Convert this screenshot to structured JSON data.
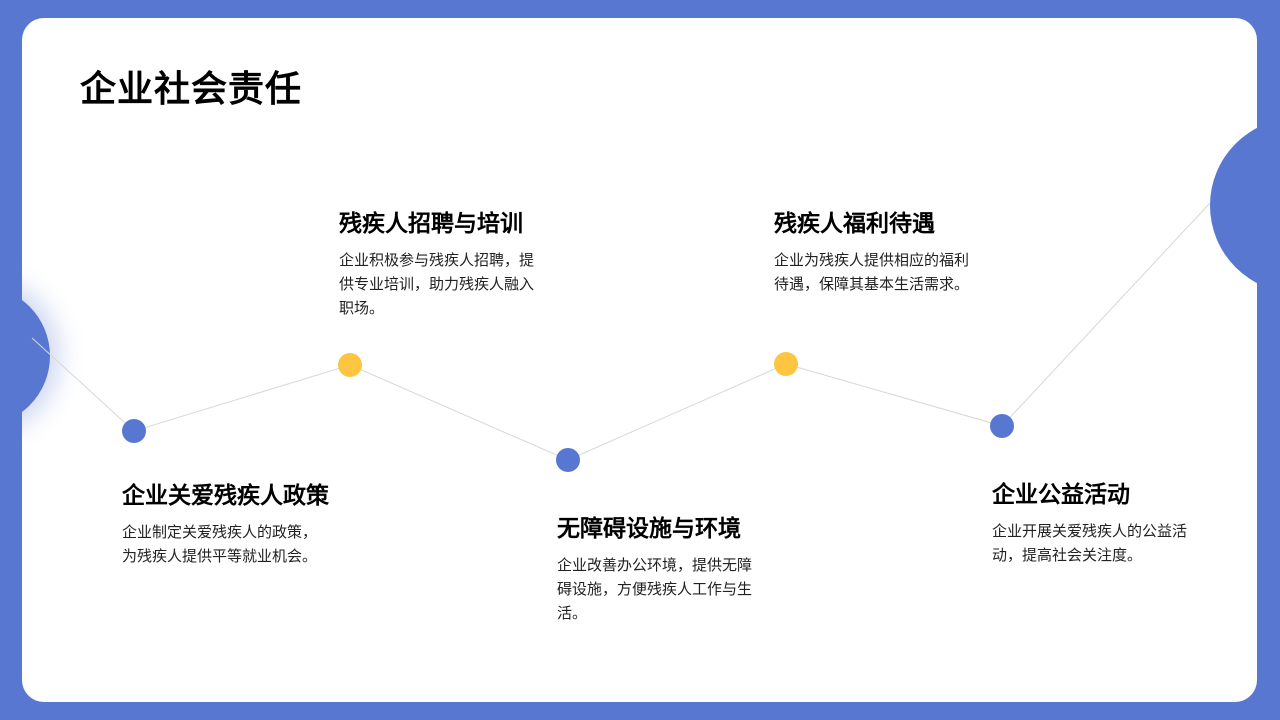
{
  "page_title": "企业社会责任",
  "colors": {
    "background": "#5877d1",
    "dot_blue": "#5877d1",
    "dot_yellow": "#fdc540",
    "line": "#d7d7d7"
  },
  "items": [
    {
      "title": "企业关爱残疾人政策",
      "desc": "企业制定关爱残疾人的政策，为残疾人提供平等就业机会。",
      "dot": "blue"
    },
    {
      "title": "残疾人招聘与培训",
      "desc": "企业积极参与残疾人招聘，提供专业培训，助力残疾人融入职场。",
      "dot": "yellow"
    },
    {
      "title": "无障碍设施与环境",
      "desc": "企业改善办公环境，提供无障碍设施，方便残疾人工作与生活。",
      "dot": "blue"
    },
    {
      "title": "残疾人福利待遇",
      "desc": "企业为残疾人提供相应的福利待遇，保障其基本生活需求。",
      "dot": "yellow"
    },
    {
      "title": "企业公益活动",
      "desc": "企业开展关爱残疾人的公益活动，提高社会关注度。",
      "dot": "blue"
    }
  ]
}
